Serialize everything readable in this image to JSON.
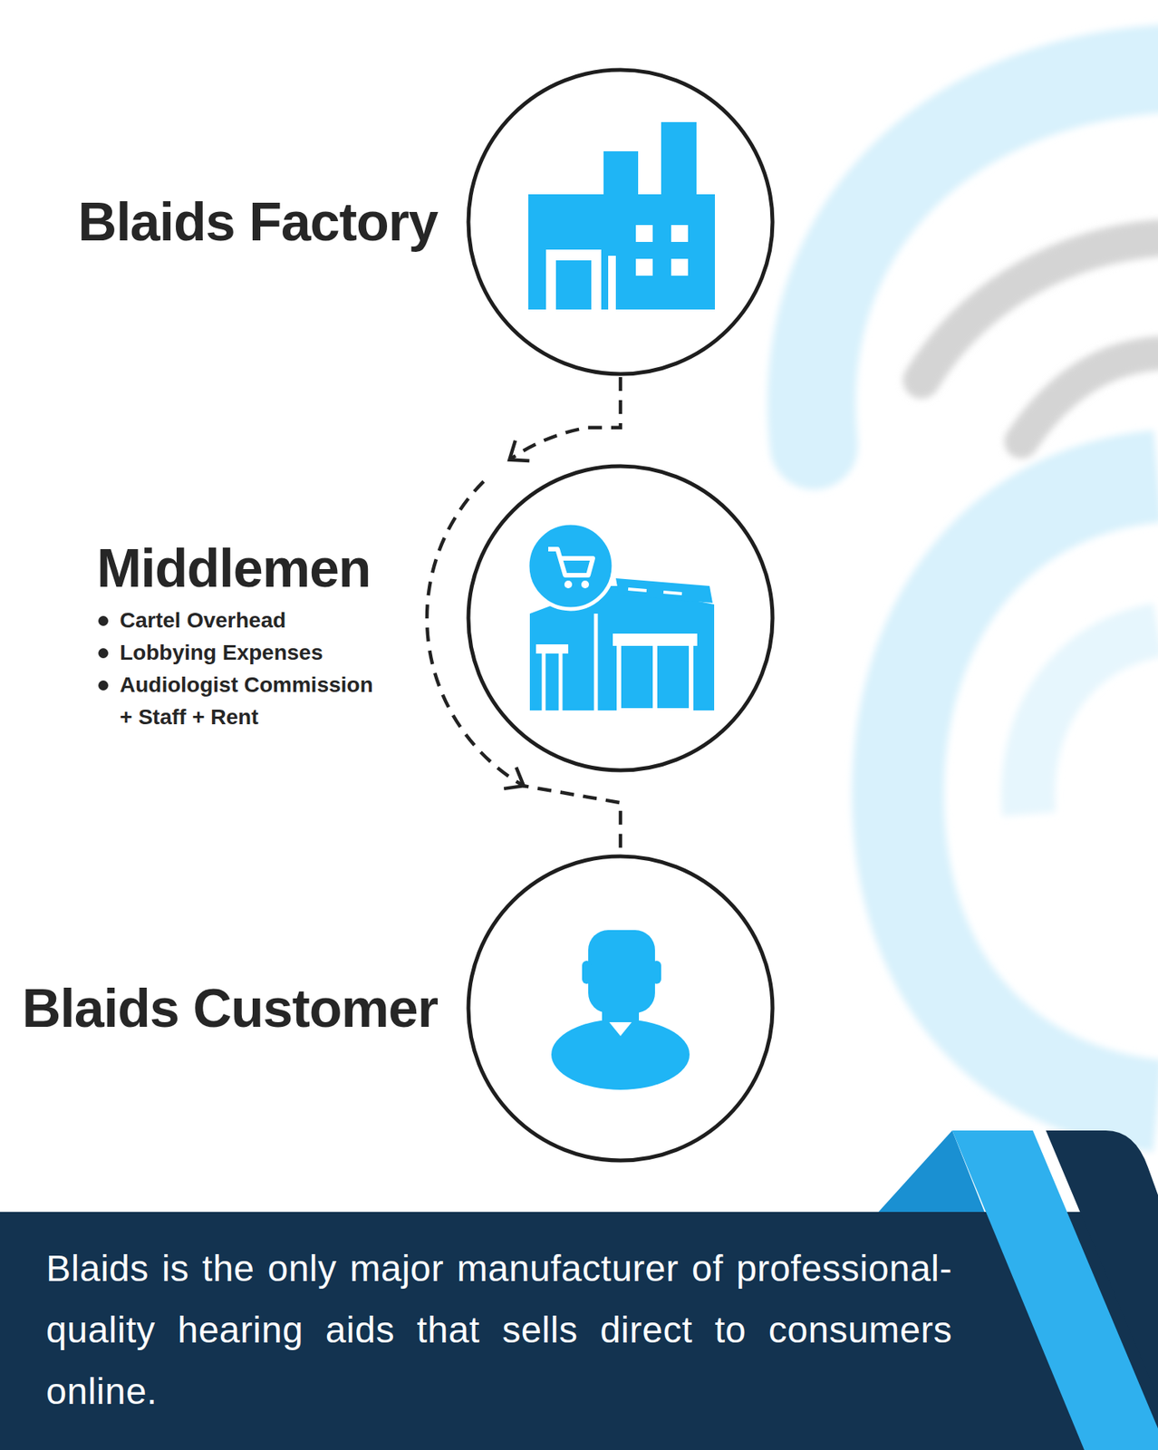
{
  "diagram": {
    "caption": "Blaids is the only major manufacturer of professional-quality hearing aids that sells direct to consumers online.",
    "nodes": [
      {
        "text": [
          "Blaids Factory"
        ]
      },
      {
        "text": [
          "Middlemen",
          "Cartel Overhead",
          "Lobbying Expenses",
          "Audiologist Commission + Staff + Rent"
        ]
      },
      {
        "text": [
          "Blaids Customer"
        ]
      }
    ],
    "edges": [
      {
        "from": 0,
        "to": 1,
        "arrow": "to"
      },
      {
        "from": 1,
        "to": 2,
        "arrow": "to"
      }
    ]
  }
}
